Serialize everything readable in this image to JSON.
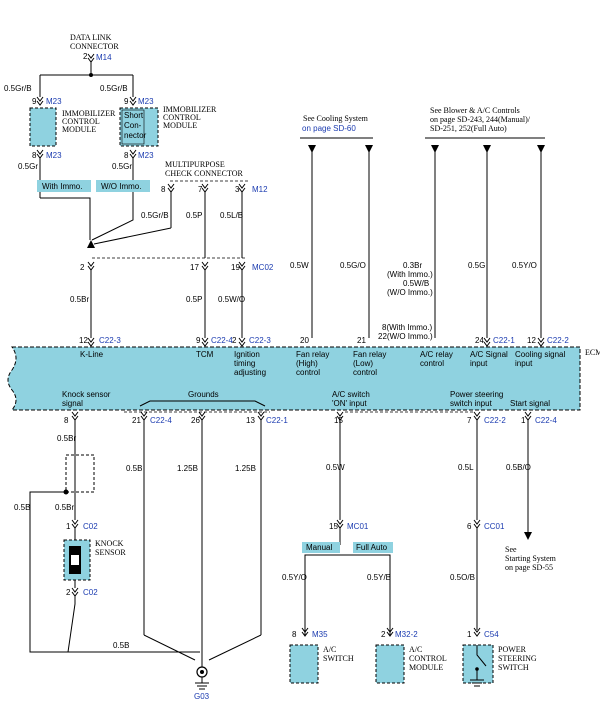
{
  "colors": {
    "module_fill": "#8fd2e0",
    "connector_ref": "#1b3bb0",
    "wire": "#000000"
  },
  "top": {
    "dlc_title": [
      "DATA LINK",
      "CONNECTOR"
    ],
    "dlc_pin": "2",
    "dlc_conn": "M14",
    "wire_05grb": "0.5Gr/B",
    "imm_left": {
      "pin_top": "9",
      "conn_top": "M23",
      "name": [
        "IMMOBILIZER",
        "CONTROL",
        "MODULE"
      ],
      "pin_bot": "8",
      "conn_bot": "M23",
      "wire": "0.5Gr"
    },
    "imm_right": {
      "pin_top": "9",
      "conn_top": "M23",
      "inner": [
        "Short",
        "Con-",
        "nector"
      ],
      "name": [
        "IMMOBILIZER",
        "CONTROL",
        "MODULE"
      ],
      "pin_bot": "8",
      "conn_bot": "M23",
      "wire": "0.5Gr"
    },
    "with_immo": "With Immo.",
    "wo_immo": "W/O Immo.",
    "mpc_title": [
      "MULTIPURPOSE",
      "CHECK CONNECTOR"
    ],
    "mpc_pins": [
      "8",
      "7",
      "3"
    ],
    "mpc_conn": "M12",
    "mpc_wires": [
      "0.5Gr/B",
      "0.5P",
      "0.5L/B"
    ],
    "mc02_pins": [
      "2",
      "17",
      "19"
    ],
    "mc02_conn": "MC02",
    "lower_wires": [
      "0.5Br",
      "0.5P",
      "0.5W/O"
    ],
    "cooling_ref": "See Cooling System",
    "cooling_page": "on page SD-60",
    "blower_ref": [
      "See Blower & A/C Controls",
      "on page SD-243, 244(Manual)/",
      "SD-251, 252(Full Auto)"
    ],
    "fan_wires": [
      "0.5W",
      "0.5G/O"
    ],
    "ac_wires": [
      "0.3Br",
      "(With Immo.)",
      "0.5W/B",
      "(W/O Immo.)"
    ],
    "ac_sig_wire": "0.5G",
    "cool_sig_wire": "0.5Y/O"
  },
  "ecm": {
    "label": "ECM",
    "top_pins": [
      {
        "pin": "12",
        "conn": "C22-3",
        "label": [
          "K-Line"
        ]
      },
      {
        "pin": "9",
        "conn": "C22-4",
        "label": [
          "TCM"
        ]
      },
      {
        "pin": "2",
        "conn": "C22-3",
        "label": [
          "Ignition",
          "timing",
          "adjusting"
        ]
      },
      {
        "pin": "20",
        "conn": "",
        "label": [
          "Fan relay",
          "(High)",
          "control"
        ]
      },
      {
        "pin": "21",
        "conn": "",
        "label": [
          "Fan relay",
          "(Low)",
          "control"
        ]
      },
      {
        "pin": "8(With Immo.)",
        "pin2": "22(W/O Immo.)",
        "conn": "",
        "label": [
          "A/C relay",
          "control"
        ]
      },
      {
        "pin": "24",
        "conn": "C22-1",
        "label": [
          "A/C Signal",
          "input"
        ]
      },
      {
        "pin": "12",
        "conn": "C22-2",
        "label": [
          "Cooling signal",
          "input"
        ]
      }
    ],
    "bottom_labels": [
      "Knock sensor",
      "signal",
      "Grounds",
      "A/C switch",
      "'ON' input",
      "Power steering",
      "switch input",
      "Start signal"
    ],
    "bottom_pins": [
      {
        "pin": "8",
        "conn": ""
      },
      {
        "pin": "21",
        "conn": "C22-4"
      },
      {
        "pin": "26",
        "conn": ""
      },
      {
        "pin": "13",
        "conn": "C22-1"
      },
      {
        "pin": "15",
        "conn": ""
      },
      {
        "pin": "7",
        "conn": "C22-2"
      },
      {
        "pin": "1",
        "conn": "C22-4"
      }
    ]
  },
  "bottom": {
    "knock_wire": "0.5Br",
    "knock_wire2": "0.5Br",
    "shield_wire": "0.5B",
    "knock_pin1": "1",
    "knock_conn1": "C02",
    "knock_name": [
      "KNOCK",
      "SENSOR"
    ],
    "knock_pin2": "2",
    "knock_conn2": "C02",
    "ground_wires": [
      "0.5B",
      "1.25B",
      "1.25B"
    ],
    "ground_bottom_wire": "0.5B",
    "ground_name": "G03",
    "ac_wire": "0.5W",
    "mc01_pin": "15",
    "mc01_conn": "MC01",
    "manual": "Manual",
    "full_auto": "Full Auto",
    "ac_switch_wire": "0.5Y/O",
    "ac_module_wire": "0.5Y/B",
    "ac_switch": {
      "pin": "8",
      "conn": "M35",
      "name": [
        "A/C",
        "SWITCH"
      ]
    },
    "ac_module": {
      "pin": "2",
      "conn": "M32-2",
      "name": [
        "A/C",
        "CONTROL",
        "MODULE"
      ]
    },
    "ps_wire": "0.5L",
    "cc01_pin": "6",
    "cc01_conn": "CC01",
    "ps_wire2": "0.5O/B",
    "ps_switch": {
      "pin": "1",
      "conn": "C54",
      "name": [
        "POWER",
        "STEERING",
        "SWITCH"
      ]
    },
    "start_wire": "0.5B/O",
    "start_ref": [
      "See",
      "Starting System",
      "on page SD-55"
    ]
  }
}
